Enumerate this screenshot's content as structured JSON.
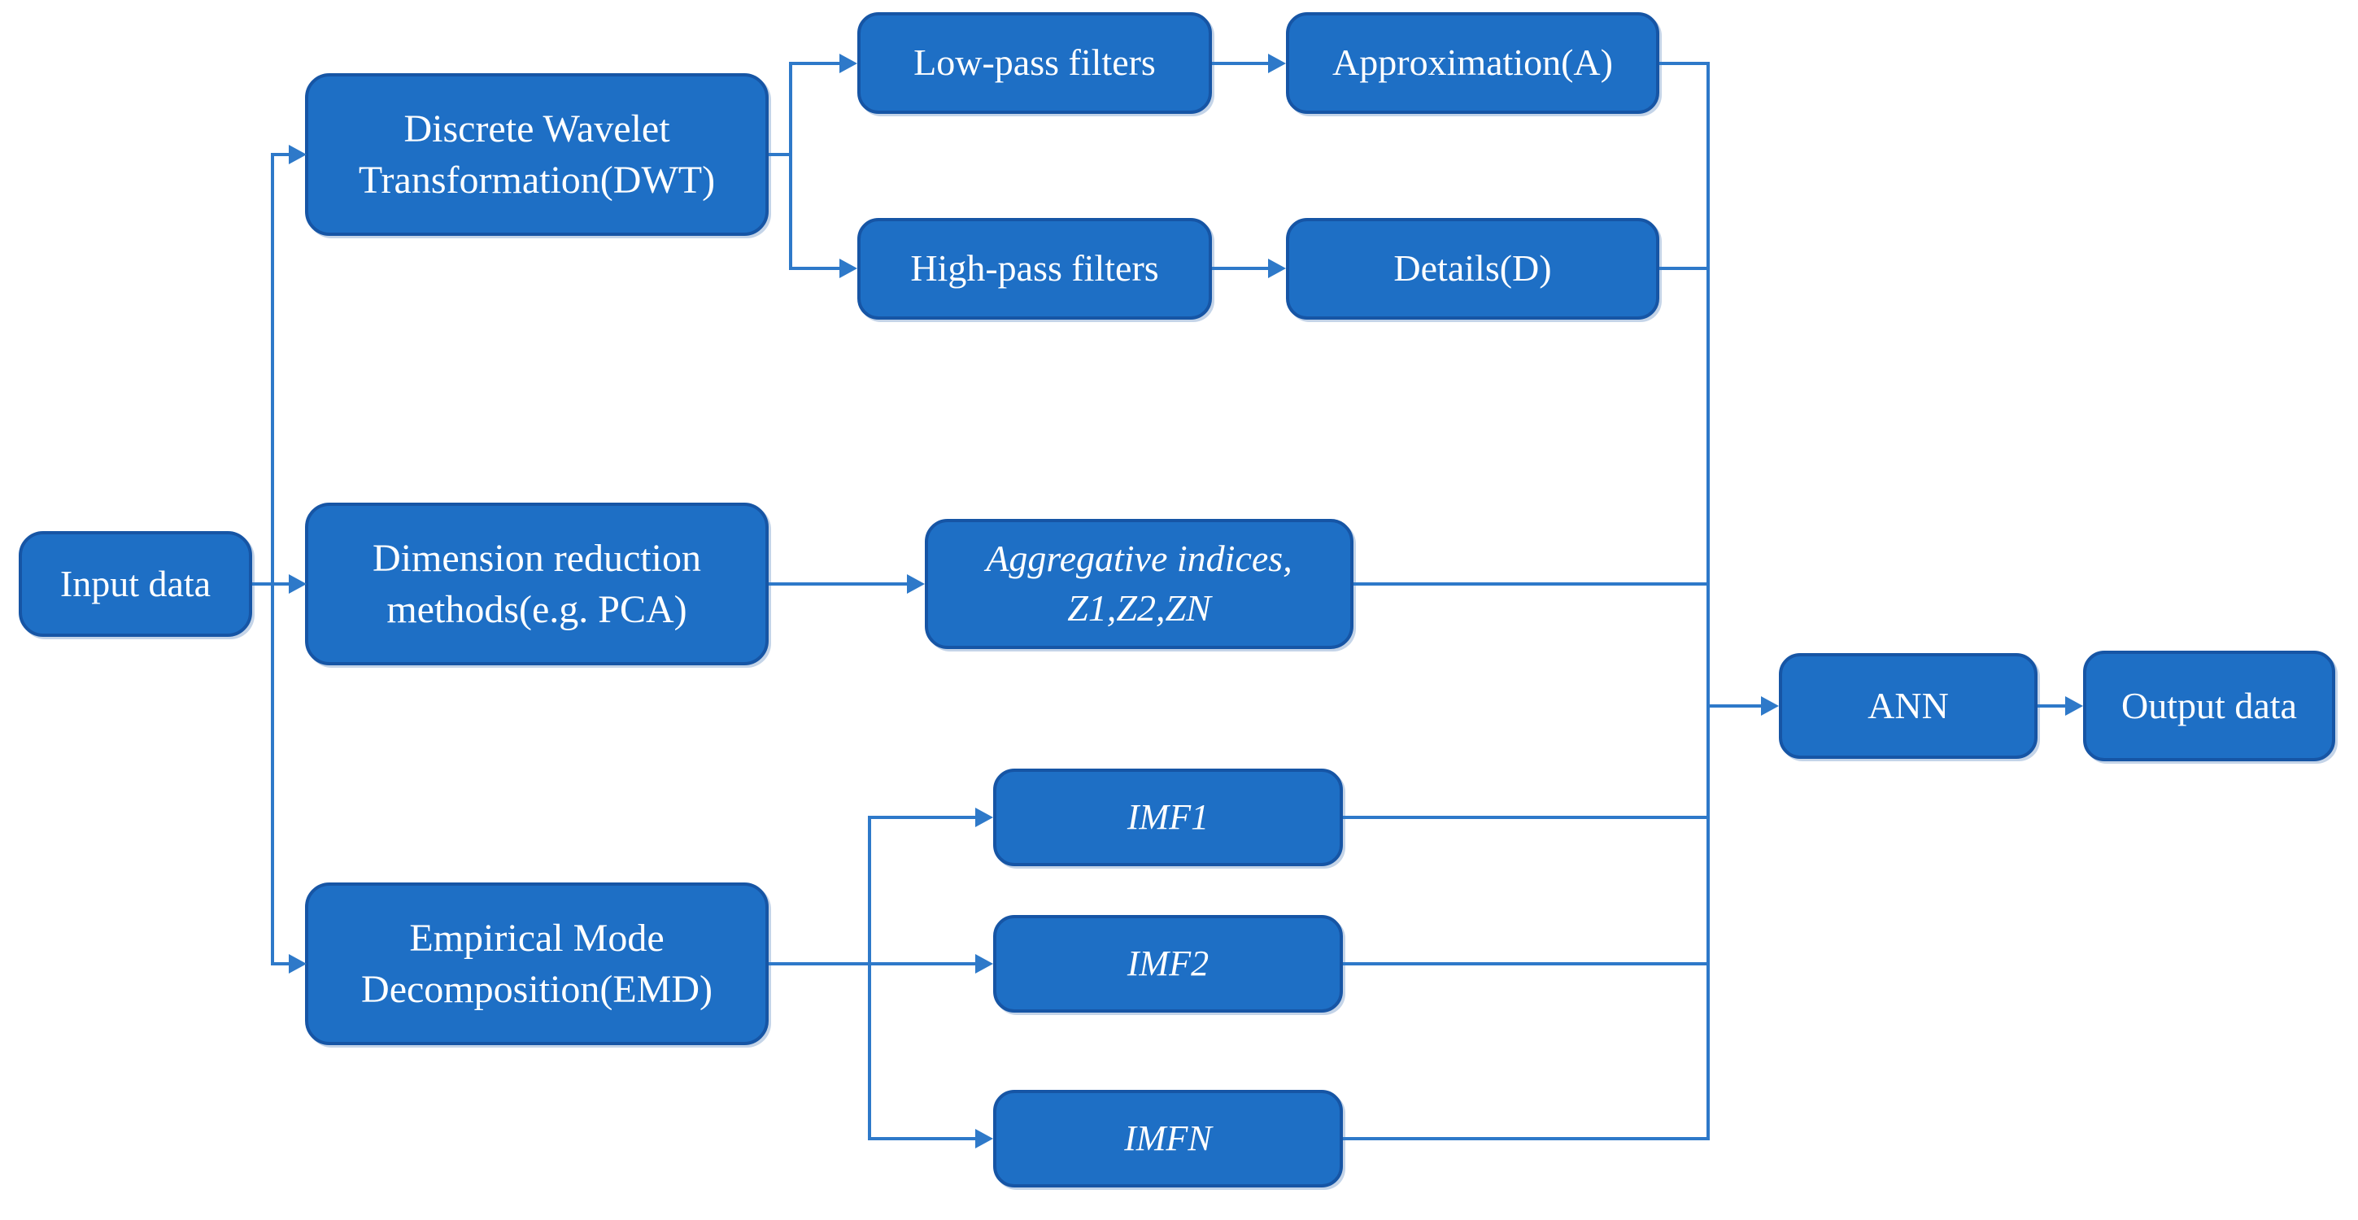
{
  "diagram": {
    "type": "flowchart",
    "nodes": {
      "input": {
        "label": "Input data"
      },
      "dwt": {
        "line1": "Discrete Wavelet",
        "line2": "Transformation(DWT)"
      },
      "lowpass": {
        "label": "Low-pass filters"
      },
      "highpass": {
        "label": "High-pass filters"
      },
      "approximation": {
        "label": "Approximation(A)"
      },
      "details": {
        "label": "Details(D)"
      },
      "dim_reduction": {
        "line1": "Dimension reduction",
        "line2": "methods(e.g. PCA)"
      },
      "aggregative": {
        "line1": "Aggregative indices,",
        "line2": "Z1,Z2,ZN"
      },
      "emd": {
        "line1": "Empirical Mode",
        "line2": "Decomposition(EMD)"
      },
      "imf1": {
        "label": "IMF1"
      },
      "imf2": {
        "label": "IMF2"
      },
      "imfn": {
        "label": "IMFN"
      },
      "ann": {
        "label": "ANN"
      },
      "output": {
        "label": "Output data"
      }
    },
    "edges": [
      {
        "from": "input",
        "to": "dwt"
      },
      {
        "from": "input",
        "to": "dim_reduction"
      },
      {
        "from": "input",
        "to": "emd"
      },
      {
        "from": "dwt",
        "to": "lowpass"
      },
      {
        "from": "dwt",
        "to": "highpass"
      },
      {
        "from": "lowpass",
        "to": "approximation"
      },
      {
        "from": "highpass",
        "to": "details"
      },
      {
        "from": "dim_reduction",
        "to": "aggregative"
      },
      {
        "from": "emd",
        "to": "imf1"
      },
      {
        "from": "emd",
        "to": "imf2"
      },
      {
        "from": "emd",
        "to": "imfn"
      },
      {
        "from": "approximation",
        "to": "ann"
      },
      {
        "from": "details",
        "to": "ann"
      },
      {
        "from": "aggregative",
        "to": "ann"
      },
      {
        "from": "imf1",
        "to": "ann"
      },
      {
        "from": "imf2",
        "to": "ann"
      },
      {
        "from": "imfn",
        "to": "ann"
      },
      {
        "from": "ann",
        "to": "output"
      }
    ],
    "colors": {
      "node_fill": "#1E6FC5",
      "node_border": "#1655A5",
      "connector": "#2E79C9",
      "text": "#FFFFFF",
      "background": "#FFFFFF"
    }
  }
}
